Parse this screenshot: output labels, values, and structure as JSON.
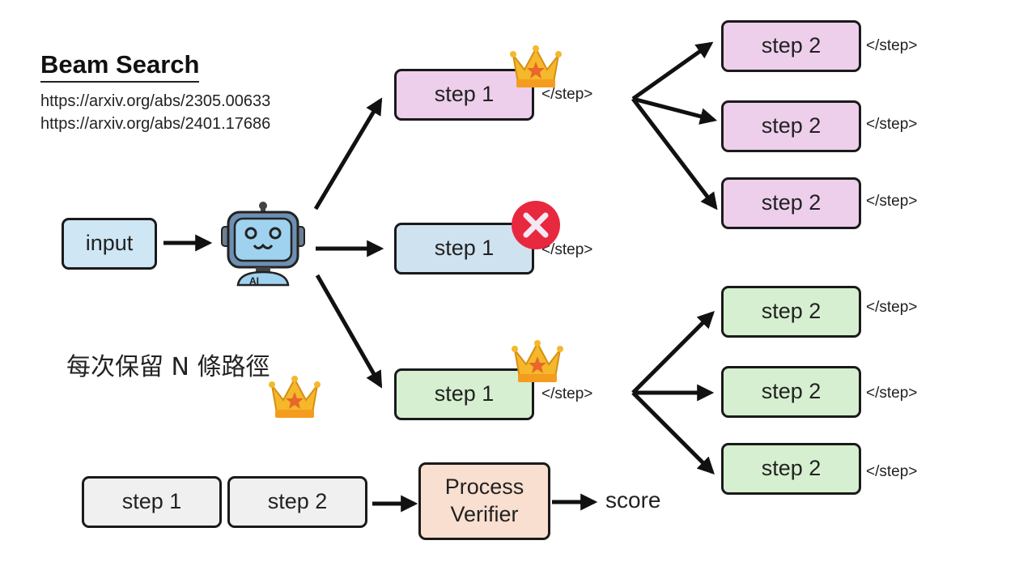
{
  "header": {
    "title": "Beam Search",
    "links": [
      "https://arxiv.org/abs/2305.00633",
      "https://arxiv.org/abs/2401.17686"
    ]
  },
  "nodes": {
    "input": "input",
    "step1_top": "step 1",
    "step1_mid": "step 1",
    "step1_bot": "step 1",
    "step2_p1": "step 2",
    "step2_p2": "step 2",
    "step2_p3": "step 2",
    "step2_g1": "step 2",
    "step2_g2": "step 2",
    "step2_g3": "step 2"
  },
  "end_tag": "</step>",
  "caption": "每次保留 N 條路徑",
  "verifier": {
    "step1": "step 1",
    "step2": "step 2",
    "verifier_line1": "Process",
    "verifier_line2": "Verifier",
    "output": "score"
  },
  "colors": {
    "blue": "#cfe6f5",
    "pink": "#edcfec",
    "green": "#d6efd0",
    "gray": "#f0f0f0",
    "peach": "#f9dfd0",
    "rejected": "#e8283f",
    "crown": "#f5b82a"
  },
  "icons": {
    "robot": "ai-robot-icon",
    "kept": "crown-icon",
    "rejected": "x-mark-icon"
  }
}
